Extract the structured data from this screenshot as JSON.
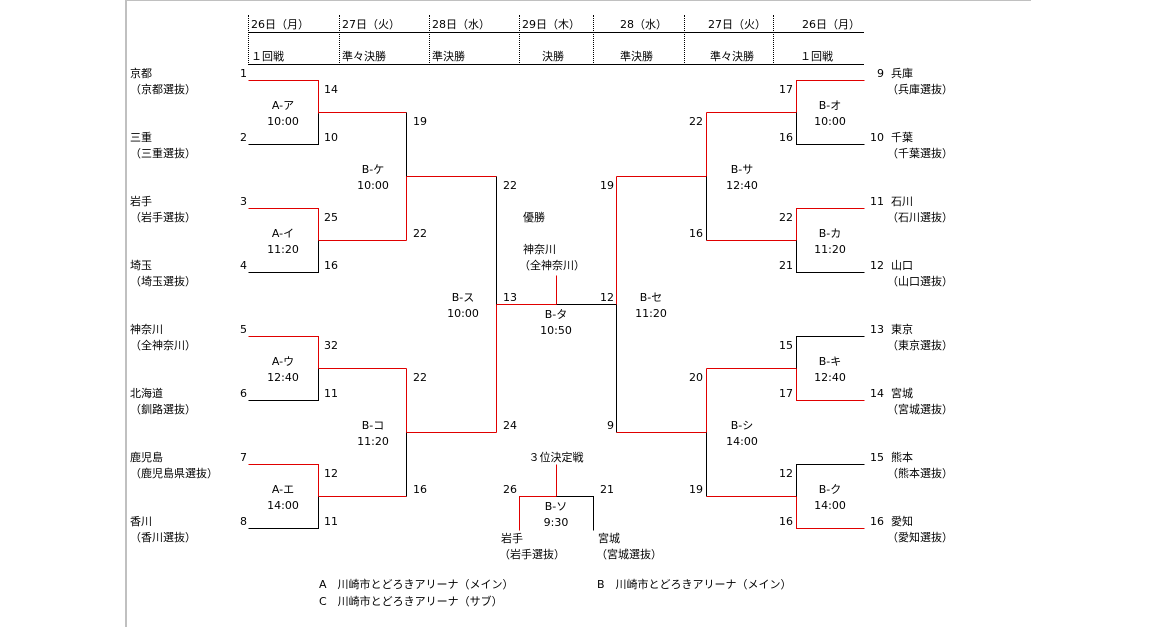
{
  "header": {
    "dates": [
      "26日（月）",
      "27日（火）",
      "28日（水）",
      "29日（木）",
      "28（水）",
      "27日（火）",
      "26日（月）"
    ],
    "rounds": [
      "１回戦",
      "準々決勝",
      "準決勝",
      "決勝",
      "準決勝",
      "準々決勝",
      "１回戦"
    ]
  },
  "teams_left": [
    {
      "seed": "1",
      "name": "京都",
      "sub": "（京都選抜）"
    },
    {
      "seed": "2",
      "name": "三重",
      "sub": "（三重選抜）"
    },
    {
      "seed": "3",
      "name": "岩手",
      "sub": "（岩手選抜）"
    },
    {
      "seed": "4",
      "name": "埼玉",
      "sub": "（埼玉選抜）"
    },
    {
      "seed": "5",
      "name": "神奈川",
      "sub": "（全神奈川）"
    },
    {
      "seed": "6",
      "name": "北海道",
      "sub": "（釧路選抜）"
    },
    {
      "seed": "7",
      "name": "鹿児島",
      "sub": "（鹿児島県選抜）"
    },
    {
      "seed": "8",
      "name": "香川",
      "sub": "（香川選抜）"
    }
  ],
  "teams_right": [
    {
      "seed": "9",
      "name": "兵庫",
      "sub": "（兵庫選抜）"
    },
    {
      "seed": "10",
      "name": "千葉",
      "sub": "（千葉選抜）"
    },
    {
      "seed": "11",
      "name": "石川",
      "sub": "（石川選抜）"
    },
    {
      "seed": "12",
      "name": "山口",
      "sub": "（山口選抜）"
    },
    {
      "seed": "13",
      "name": "東京",
      "sub": "（東京選抜）"
    },
    {
      "seed": "14",
      "name": "宮城",
      "sub": "（宮城選抜）"
    },
    {
      "seed": "15",
      "name": "熊本",
      "sub": "（熊本選抜）"
    },
    {
      "seed": "16",
      "name": "愛知",
      "sub": "（愛知選抜）"
    }
  ],
  "matches": {
    "A_a": {
      "code": "A-ア",
      "time": "10:00",
      "score_top": "14",
      "score_bottom": "10"
    },
    "A_i": {
      "code": "A-イ",
      "time": "11:20",
      "score_top": "25",
      "score_bottom": "16"
    },
    "A_u": {
      "code": "A-ウ",
      "time": "12:40",
      "score_top": "32",
      "score_bottom": "11"
    },
    "A_e": {
      "code": "A-エ",
      "time": "14:00",
      "score_top": "12",
      "score_bottom": "11"
    },
    "B_ke": {
      "code": "B-ケ",
      "time": "10:00",
      "score_top": "19",
      "score_bottom": "22"
    },
    "B_ko": {
      "code": "B-コ",
      "time": "11:20",
      "score_top": "22",
      "score_bottom": "16"
    },
    "B_su": {
      "code": "B-ス",
      "time": "10:00",
      "score_top": "22",
      "score_bottom": "24"
    },
    "B_o": {
      "code": "B-オ",
      "time": "10:00",
      "score_top": "17",
      "score_bottom": "16"
    },
    "B_ka": {
      "code": "B-カ",
      "time": "11:20",
      "score_top": "22",
      "score_bottom": "21"
    },
    "B_ki": {
      "code": "B-キ",
      "time": "12:40",
      "score_top": "15",
      "score_bottom": "17"
    },
    "B_ku": {
      "code": "B-ク",
      "time": "14:00",
      "score_top": "12",
      "score_bottom": "16"
    },
    "B_sa": {
      "code": "B-サ",
      "time": "12:40",
      "score_top": "22",
      "score_bottom": "16"
    },
    "B_shi": {
      "code": "B-シ",
      "time": "14:00",
      "score_top": "20",
      "score_bottom": "19"
    },
    "B_se": {
      "code": "B-セ",
      "time": "11:20",
      "score_top": "19",
      "score_bottom": "9"
    },
    "B_ta": {
      "code": "B-タ",
      "time": "10:50",
      "score_left": "13",
      "score_right": "12"
    },
    "B_so": {
      "code": "B-ソ",
      "time": "9:30",
      "score_left": "26",
      "score_right": "21"
    }
  },
  "final": {
    "title": "優勝",
    "winner_name": "神奈川",
    "winner_sub": "（全神奈川）"
  },
  "third_place": {
    "title": "３位決定戦",
    "left_name": "岩手",
    "left_sub": "（岩手選抜）",
    "right_name": "宮城",
    "right_sub": "（宮城選抜）"
  },
  "legend": {
    "a": "A　川崎市とどろきアリーナ（メイン）",
    "b": "B　川崎市とどろきアリーナ（メイン）",
    "c": "C　川崎市とどろきアリーナ（サブ）"
  },
  "colors": {
    "winner_line": "#e00000",
    "loser_line": "#000000",
    "frame": "#c0c0c0"
  }
}
